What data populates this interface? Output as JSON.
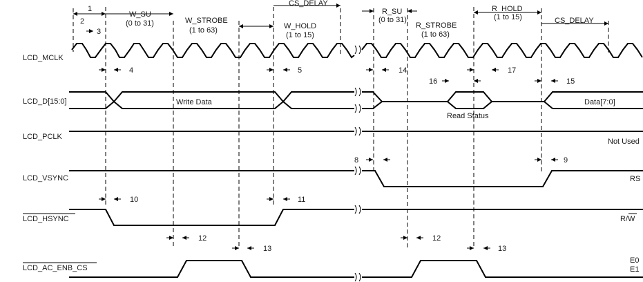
{
  "signals": [
    {
      "id": "mclk",
      "label": "LCD_MCLK"
    },
    {
      "id": "d",
      "label": "LCD_D[15:0]"
    },
    {
      "id": "pclk",
      "label": "LCD_PCLK"
    },
    {
      "id": "vsync",
      "label": "LCD_VSYNC"
    },
    {
      "id": "hsync",
      "label": "LCD_HSYNC"
    },
    {
      "id": "ac",
      "label": "LCD_AC_ENB_CS"
    }
  ],
  "phases": {
    "w_su": {
      "label": "W_SU",
      "range": "(0 to 31)"
    },
    "w_strobe": {
      "label": "W_STROBE",
      "range": "(1 to 63)"
    },
    "w_hold": {
      "label": "W_HOLD",
      "range": "(1 to 15)"
    },
    "cs_delay_1": {
      "label": "CS_DELAY"
    },
    "r_su": {
      "label": "R_SU",
      "range": "(0 to 31)"
    },
    "r_strobe": {
      "label": "R_STROBE",
      "range": "(1 to 63)"
    },
    "r_hold": {
      "label": "R_HOLD",
      "range": "(1 to 15)"
    },
    "cs_delay_2": {
      "label": "CS_DELAY"
    }
  },
  "data_labels": {
    "write": "Write Data",
    "read_status": "Read Status",
    "data_out": "Data[7:0]",
    "not_used": "Not Used",
    "rs": "RS",
    "rw": "R/W",
    "e0": "E0",
    "e1": "E1"
  },
  "timing_params": [
    "1",
    "2",
    "3",
    "4",
    "5",
    "14",
    "16",
    "17",
    "15",
    "8",
    "9",
    "10",
    "11",
    "12",
    "13",
    "12",
    "13"
  ]
}
